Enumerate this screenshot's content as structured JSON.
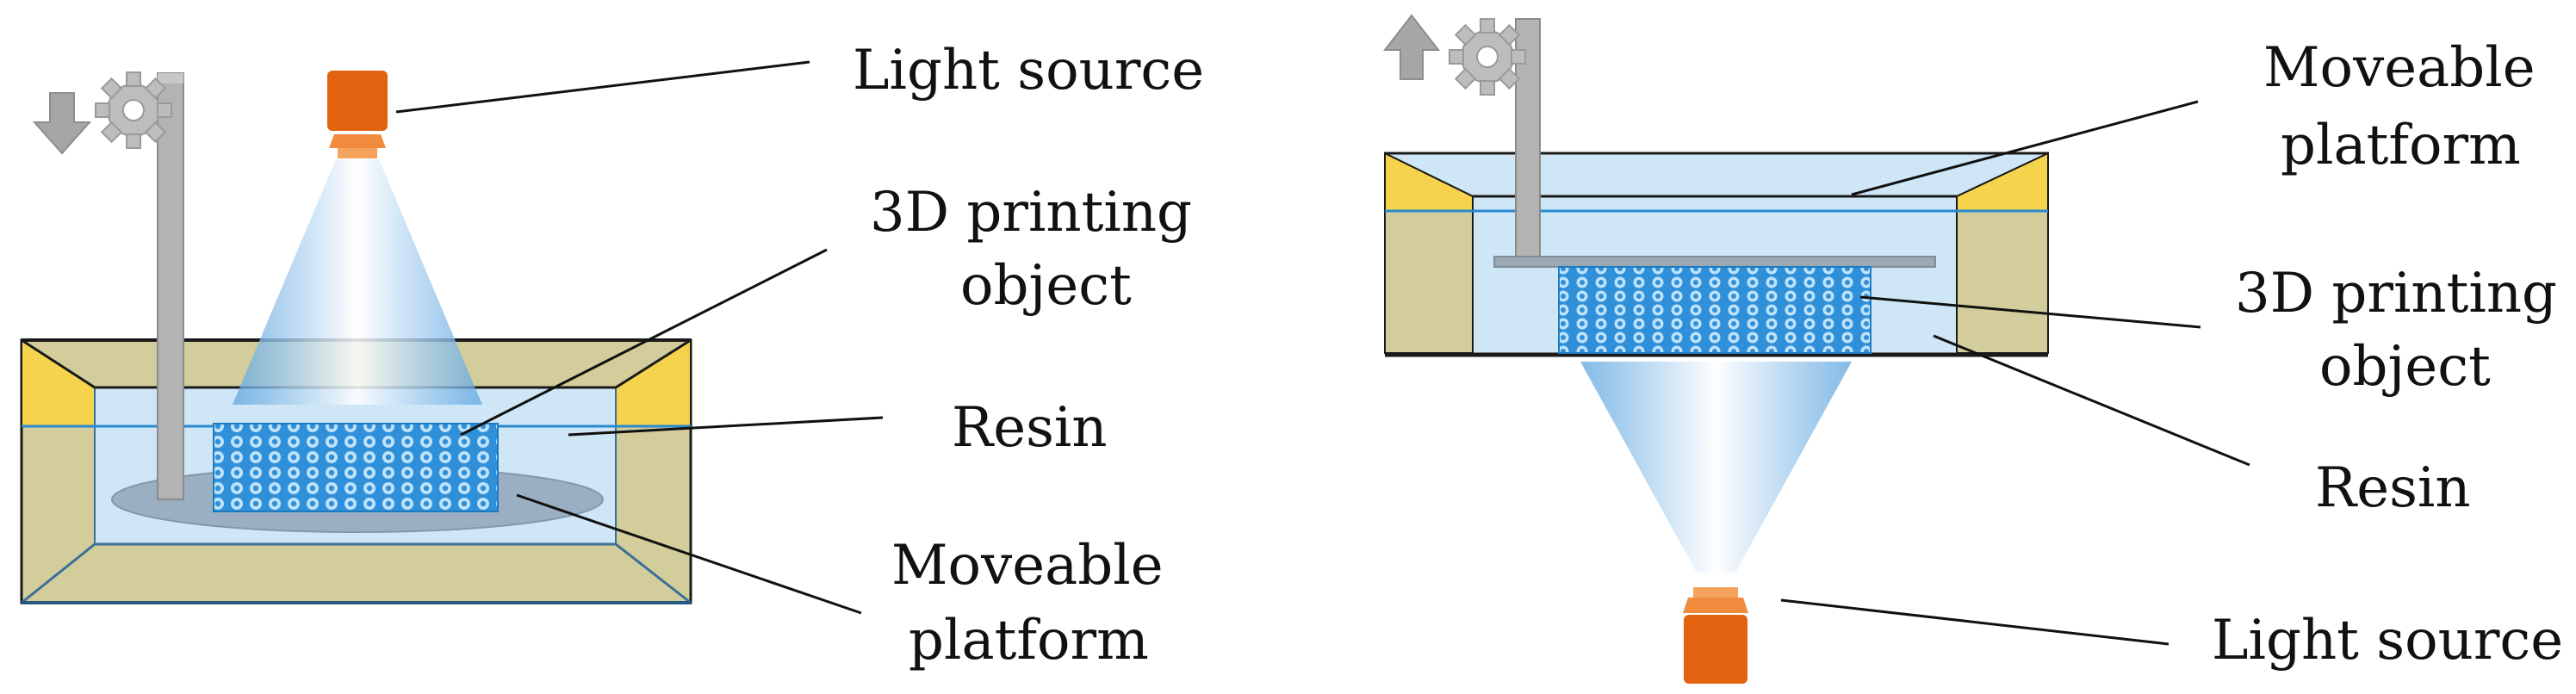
{
  "left_panel": {
    "labels": {
      "light_source": "Light source",
      "object_line1": "3D printing",
      "object_line2": "object",
      "resin": "Resin",
      "platform_line1": "Moveable",
      "platform_line2": "platform"
    },
    "motion": "down"
  },
  "right_panel": {
    "labels": {
      "platform_line1": "Moveable",
      "platform_line2": "platform",
      "object_line1": "3D printing",
      "object_line2": "object",
      "resin": "Resin",
      "light_source": "Light source"
    },
    "motion": "up"
  },
  "colors": {
    "light_source": "#e3620f",
    "resin": "#cfe6f7",
    "vat_wall": "#d2cd9b",
    "vat_corner": "#f6d34c",
    "printed_object": "#1e88d6",
    "arm": "#b3b3b3",
    "arrow_gear": "#a6a6a6",
    "leader_line": "#111111"
  },
  "icons": [
    "down-arrow-icon",
    "gear-icon",
    "up-arrow-icon"
  ]
}
